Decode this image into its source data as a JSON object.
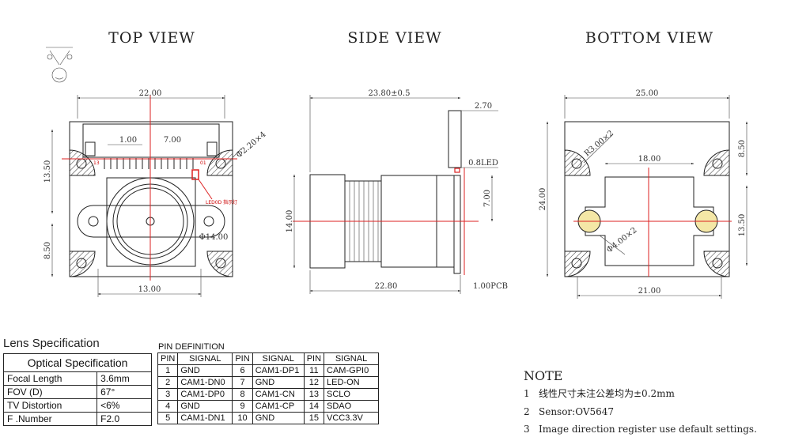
{
  "views": {
    "top": "TOP VIEW",
    "side": "SIDE VIEW",
    "bottom": "BOTTOM VIEW"
  },
  "top_view": {
    "width": "22.00",
    "height": "13.50",
    "pitch1": "1.00",
    "pitch2": "7.00",
    "pin_13": "13",
    "pin_01": "01",
    "hole": "Φ2.20×4",
    "lens_dia": "Φ14.00",
    "lower": "8.50",
    "bottom_width": "13.00",
    "led_label": "LED0D 指示灯"
  },
  "side_view": {
    "length": "23.80±0.5",
    "pcb_thick": "2.70",
    "led": "0.8LED",
    "height": "14.00",
    "right_h": "7.00",
    "lens_len": "22.80",
    "pcb": "1.00PCB"
  },
  "bottom_view": {
    "width": "25.00",
    "diag": "R3.00×2",
    "inner": "18.00",
    "right_top": "8.50",
    "left_h": "24.00",
    "right_h": "13.50",
    "hole": "Φ4.00×2",
    "bottom_width": "21.00"
  },
  "lens_spec": {
    "title": "Lens Specification",
    "header": "Optical Specification",
    "rows": [
      {
        "label": "Focal Length",
        "value": "3.6mm"
      },
      {
        "label": "FOV (D)",
        "value": "67°"
      },
      {
        "label": "TV Distortion",
        "value": "<6%"
      },
      {
        "label": "F .Number",
        "value": "F2.0"
      }
    ]
  },
  "pin_def": {
    "title": "PIN DEFINITION",
    "headers": [
      "PIN",
      "SIGNAL",
      "PIN",
      "SIGNAL",
      "PIN",
      "SIGNAL"
    ],
    "rows": [
      [
        "1",
        "GND",
        "6",
        "CAM1-DP1",
        "11",
        "CAM-GPI0"
      ],
      [
        "2",
        "CAM1-DN0",
        "7",
        "GND",
        "12",
        "LED-ON"
      ],
      [
        "3",
        "CAM1-DP0",
        "8",
        "CAM1-CN",
        "13",
        "SCLO"
      ],
      [
        "4",
        "GND",
        "9",
        "CAM1-CP",
        "14",
        "SDAO"
      ],
      [
        "5",
        "CAM1-DN1",
        "10",
        "GND",
        "15",
        "VCC3.3V"
      ]
    ]
  },
  "note": {
    "title": "NOTE",
    "lines": [
      {
        "n": "1",
        "text": "线性尺寸未注公差均为±0.2mm"
      },
      {
        "n": "2",
        "text": "Sensor:OV5647"
      },
      {
        "n": "3",
        "text": "Image direction register use default settings."
      }
    ]
  }
}
